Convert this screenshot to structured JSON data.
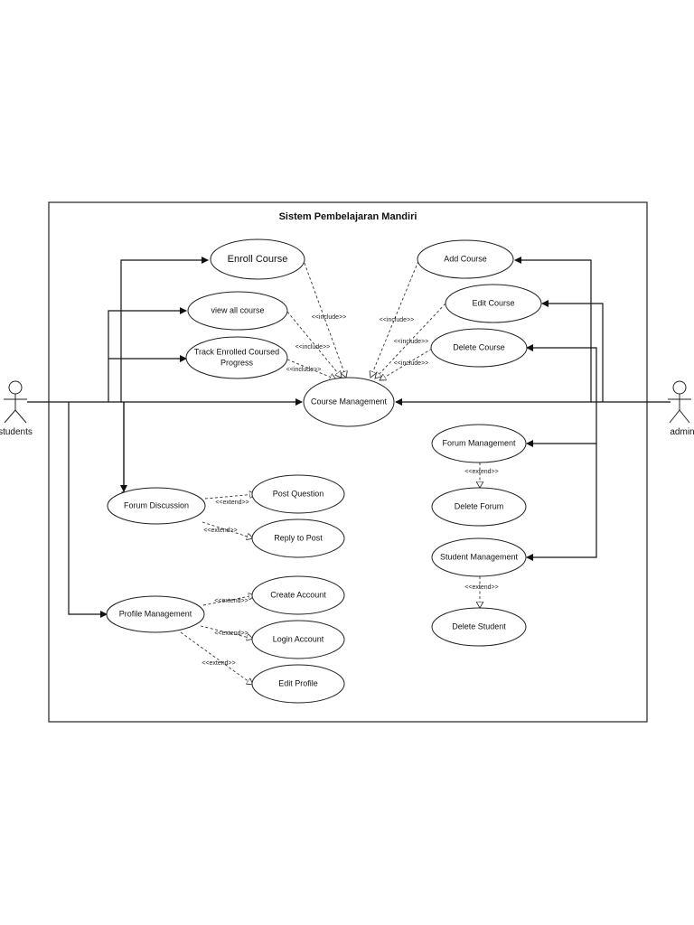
{
  "system": {
    "title": "Sistem Pembelajaran Mandiri"
  },
  "actors": {
    "left": "students",
    "right": "admin"
  },
  "use_cases": {
    "enroll_course": "Enroll Course",
    "view_all_course": "view all course",
    "track_progress_line1": "Track Enrolled Coursed",
    "track_progress_line2": "Progress",
    "course_management": "Course Management",
    "add_course": "Add Course",
    "edit_course": "Edit Course",
    "delete_course": "Delete Course",
    "forum_discussion": "Forum Discussion",
    "post_question": "Post Question",
    "reply_to_post": "Reply to Post",
    "profile_management": "Profile Management",
    "create_account": "Create Account",
    "login_account": "Login Account",
    "edit_profile": "Edit Profile",
    "forum_management": "Forum Management",
    "delete_forum": "Delete Forum",
    "student_management": "Student Management",
    "delete_student": "Delete Student"
  },
  "stereotypes": {
    "include": "<<include>>",
    "extend": "<<extend>>"
  }
}
